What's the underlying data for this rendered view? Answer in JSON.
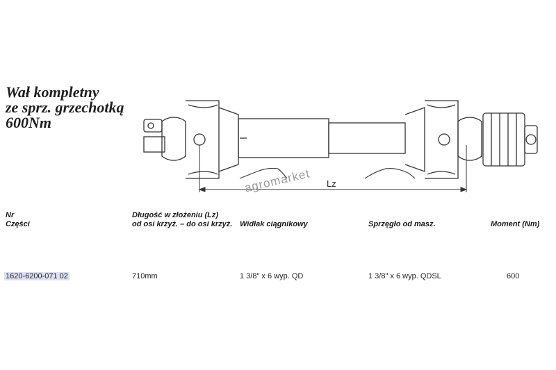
{
  "title": {
    "line1": "Wał kompletny",
    "line2": "ze sprz. grzechotką",
    "line3": "600Nm"
  },
  "drawing": {
    "dimension_label": "Lz",
    "watermark": "agromarket"
  },
  "table": {
    "headers": {
      "part_no_line1": "Nr",
      "part_no_line2": "Części",
      "length_line1": "Długość w złożeniu (Lz)",
      "length_line2": "od osi krzyż. – do osi krzyż.",
      "tractor_yoke": "Widłak ciągnikowy",
      "machine_clutch": "Sprzęgło od masz.",
      "torque": "Moment (Nm)"
    },
    "rows": [
      {
        "part_no": "1620-6200-071 02",
        "length": "710mm",
        "tractor_yoke": "1 3/8\" x 6 wyp. QD",
        "machine_clutch": "1 3/8\" x 6 wyp. QDSL",
        "torque": "600"
      }
    ]
  },
  "colors": {
    "highlight": "#dde1f3",
    "line": "#333333"
  }
}
